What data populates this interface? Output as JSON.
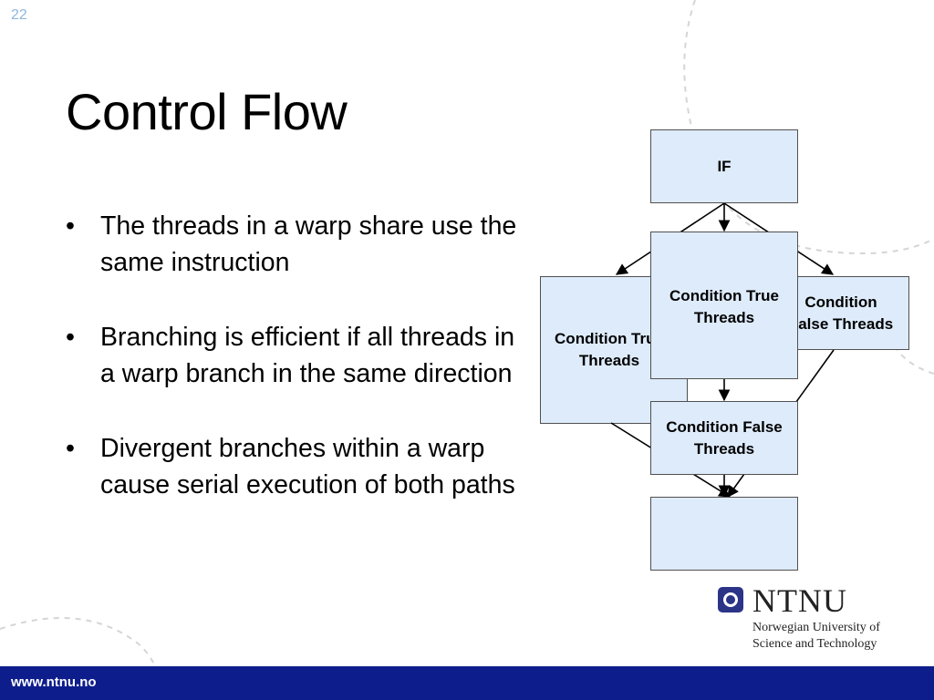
{
  "slide": {
    "number": "22",
    "title": "Control Flow",
    "bullet_char": "•",
    "bullets": [
      "The threads in a warp share use the same instruction",
      "Branching is efficient if all threads in a warp branch in the same direction",
      "Divergent branches within a warp cause serial execution of both paths"
    ]
  },
  "diagram": {
    "if_label": "IF",
    "left_box_label": "Condition True Threads",
    "right_box_label": "Condition False Threads",
    "mid_top_label": "Condition True Threads",
    "mid_bottom_label": "Condition False Threads",
    "end_label": "",
    "box_fill": "#deebfb"
  },
  "logo": {
    "name": "NTNU",
    "subtitle_line1": "Norwegian University of",
    "subtitle_line2": "Science and Technology",
    "brand_color": "#2b3487"
  },
  "footer": {
    "url": "www.ntnu.no",
    "color": "#0d1d8c"
  }
}
